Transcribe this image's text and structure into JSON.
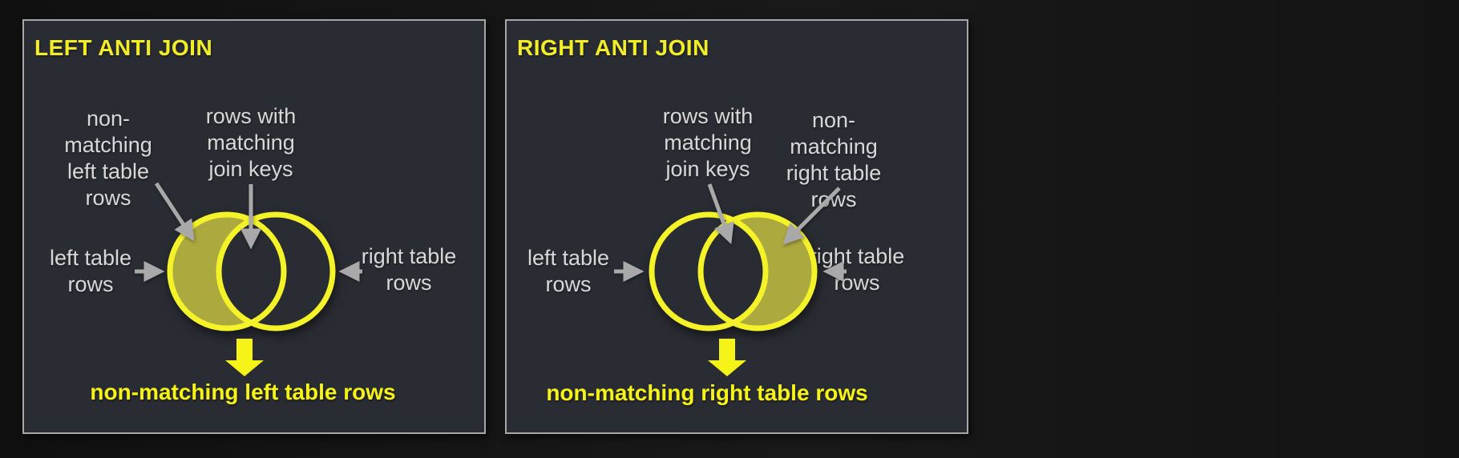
{
  "colors": {
    "canvas_background": "#161616",
    "panel_background": "#2a2c33",
    "panel_border": "#a7a7a5",
    "venn_outline_yellow": "#f4f32a",
    "highlight_fill_olive": "#aca93f",
    "title_yellow": "#f1ee29",
    "result_yellow": "#f5f318",
    "label_gray": "#d8d8d8",
    "arrow_gray": "#a9a9a9"
  },
  "panels": [
    {
      "title": "LEFT ANTI JOIN",
      "highlighted_region": "left-circle-only",
      "annotations": {
        "non_matching": [
          "non-",
          "matching",
          "left table",
          "rows"
        ],
        "matching": [
          "rows with",
          "matching",
          "join keys"
        ],
        "left_table": [
          "left table",
          "rows"
        ],
        "right_table": [
          "right table",
          "rows"
        ]
      },
      "result": "non-matching left table rows"
    },
    {
      "title": "RIGHT ANTI JOIN",
      "highlighted_region": "right-circle-only",
      "annotations": {
        "non_matching": [
          "non-",
          "matching",
          "right table",
          "rows"
        ],
        "matching": [
          "rows with",
          "matching",
          "join keys"
        ],
        "left_table": [
          "left table",
          "rows"
        ],
        "right_table": [
          "right table",
          "rows"
        ]
      },
      "result": "non-matching right table rows"
    }
  ]
}
